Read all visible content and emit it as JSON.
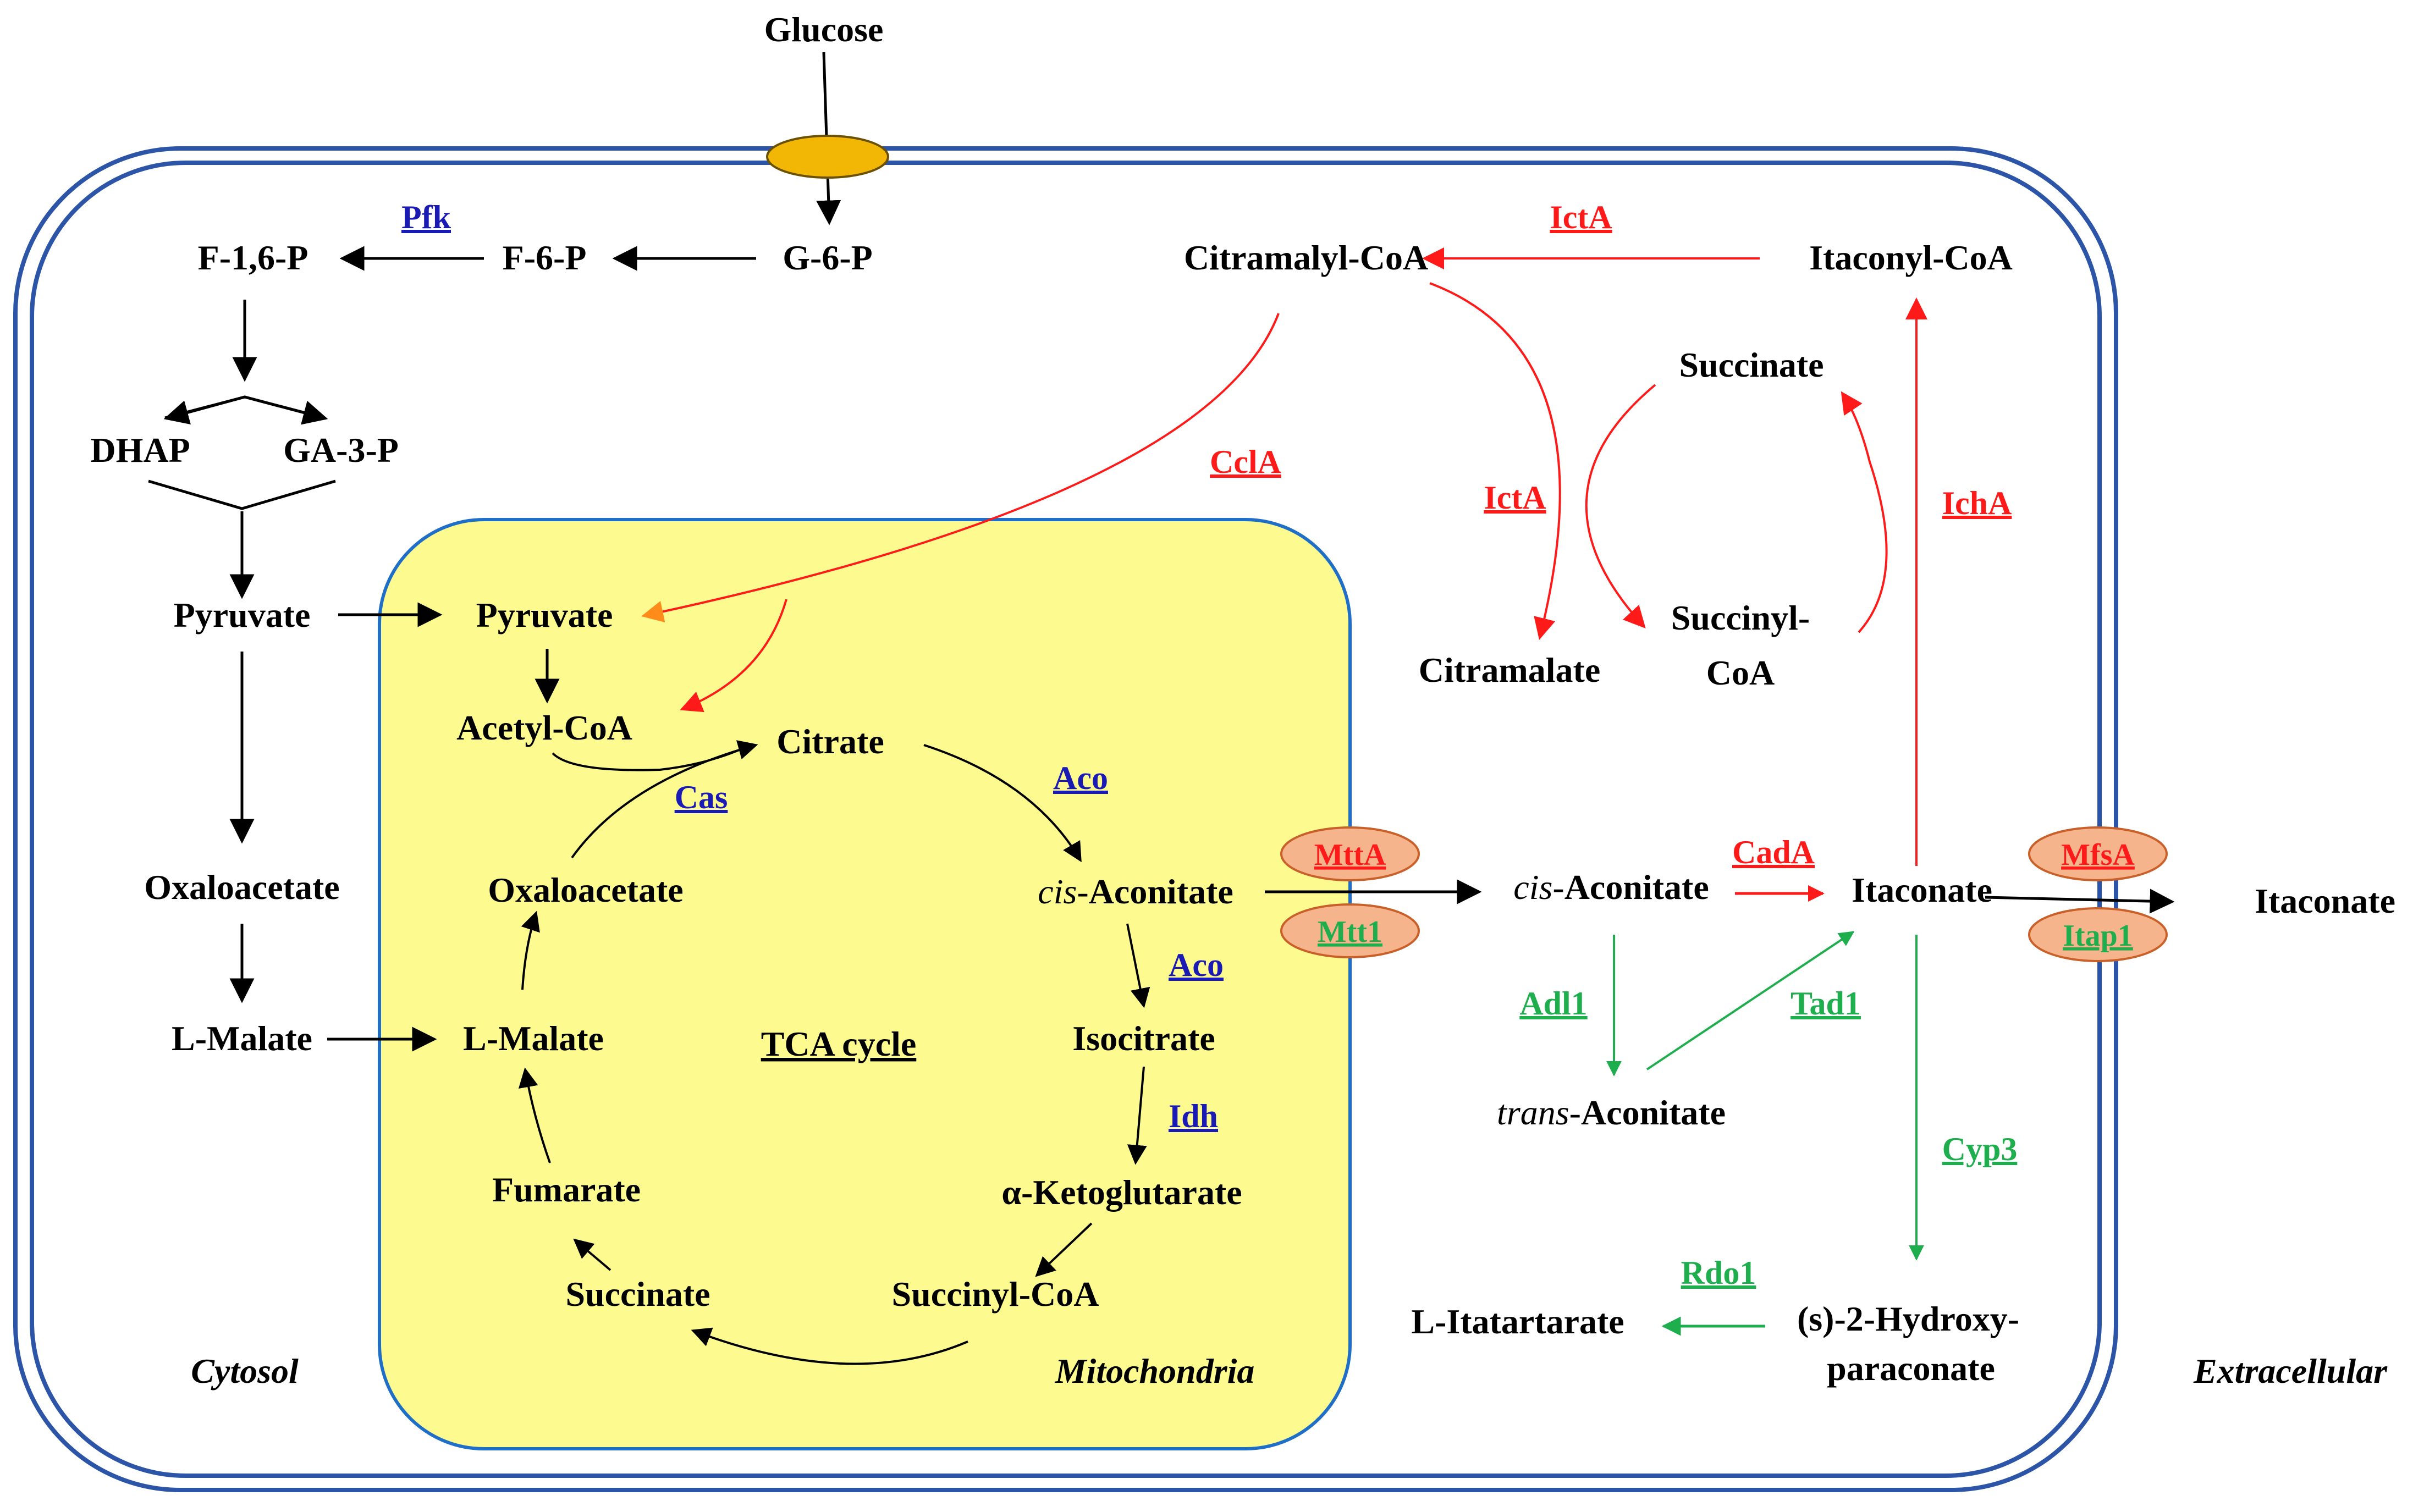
{
  "metabolites": {
    "glucose": "Glucose",
    "g6p": "G-6-P",
    "f6p": "F-6-P",
    "f16p": "F-1,6-P",
    "dhap": "DHAP",
    "ga3p": "GA-3-P",
    "pyruvate_cyt": "Pyruvate",
    "oxaloacetate_cyt": "Oxaloacetate",
    "malate_cyt": "L-Malate",
    "pyruvate_mit": "Pyruvate",
    "acetyl_coa": "Acetyl-CoA",
    "citrate": "Citrate",
    "cis_aconitate_mit_prefix": "cis-",
    "cis_aconitate_mit_rest": "Aconitate",
    "isocitrate": "Isocitrate",
    "akg": "α-Ketoglutarate",
    "succinyl_coa_mit": "Succinyl-CoA",
    "succinate_mit": "Succinate",
    "fumarate": "Fumarate",
    "malate_mit": "L-Malate",
    "oxaloacetate_mit": "Oxaloacetate",
    "tca_cycle": "TCA cycle",
    "citramalyl_coa": "Citramalyl-CoA",
    "itaconyl_coa": "Itaconyl-CoA",
    "succinate_cyt": "Succinate",
    "succinyl_coa_cyt_1": "Succinyl-",
    "succinyl_coa_cyt_2": "CoA",
    "citramalate": "Citramalate",
    "cis_aconitate_cyt_prefix": "cis-",
    "cis_aconitate_cyt_rest": "Aconitate",
    "itaconate_cyt": "Itaconate",
    "itaconate_ext": "Itaconate",
    "trans_aconitate_prefix": "trans-",
    "trans_aconitate_rest": "Aconitate",
    "hydroxyparaconate_1": "(s)-2-Hydroxy-",
    "hydroxyparaconate_2": "paraconate",
    "itatartarate": "L-Itatartarate"
  },
  "enzymes": {
    "pfk": "Pfk",
    "cas": "Cas",
    "aco_1": "Aco",
    "aco_2": "Aco",
    "idh": "Idh",
    "icta_top": "IctA",
    "icta_mid": "IctA",
    "ccla": "CclA",
    "icha": "IchA",
    "cada": "CadA",
    "adl1": "Adl1",
    "tad1": "Tad1",
    "cyp3": "Cyp3",
    "rdo1": "Rdo1"
  },
  "transporters": {
    "mtta": "MttA",
    "mtt1": "Mtt1",
    "mfsa": "MfsA",
    "itap1": "Itap1"
  },
  "regions": {
    "cytosol": "Cytosol",
    "mitochondria": "Mitochondria",
    "extracellular": "Extracellular"
  },
  "colors": {
    "aspergillus_pathway": "#ff1a1a",
    "ustilago_pathway": "#1fae4e",
    "core_enzyme": "#1a1ab4",
    "mitochondrion_fill": "#fdfb8f",
    "membrane": "#2c55a8",
    "transporter_fill": "#f6b48c",
    "glucose_transporter": "#f2b705"
  }
}
